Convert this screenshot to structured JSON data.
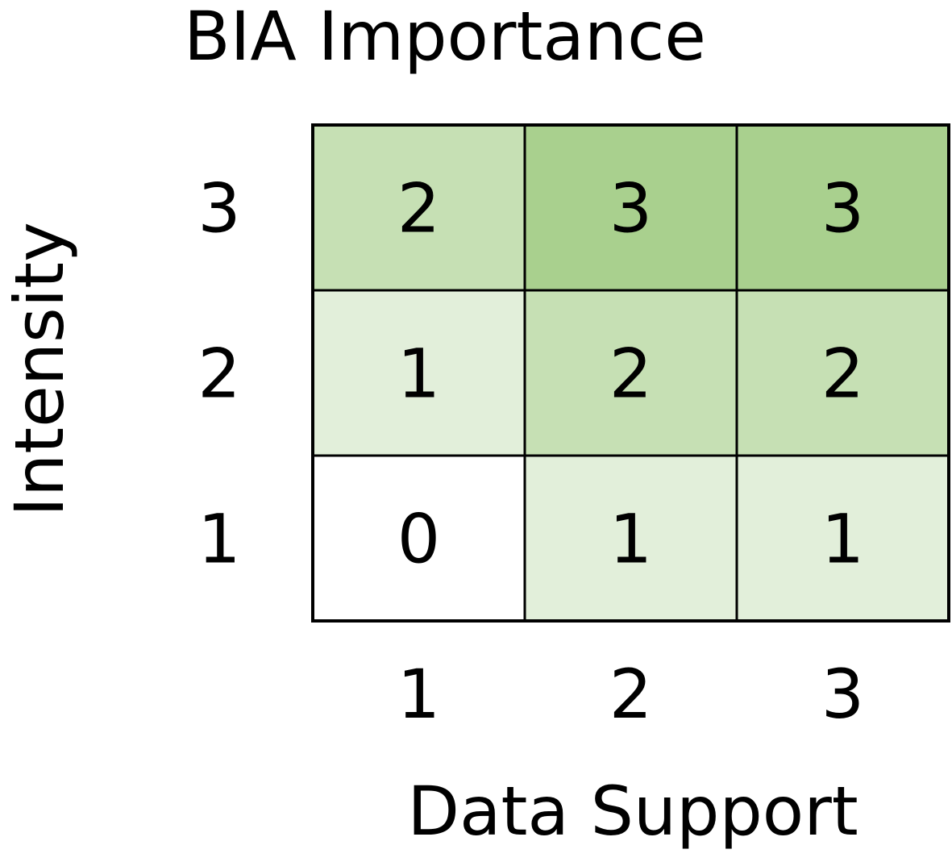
{
  "chart_data": {
    "type": "heatmap",
    "title": "BIA Importance",
    "xlabel": "Data Support",
    "ylabel": "Intensity",
    "x": [
      "1",
      "2",
      "3"
    ],
    "y": [
      "1",
      "2",
      "3"
    ],
    "values": [
      [
        0,
        1,
        1
      ],
      [
        1,
        2,
        2
      ],
      [
        2,
        3,
        3
      ]
    ],
    "colors": {
      "0": "#ffffff",
      "1": "#e2efda",
      "2": "#c6e0b4",
      "3": "#a9d08e"
    },
    "cell_border_color": "#000000"
  }
}
